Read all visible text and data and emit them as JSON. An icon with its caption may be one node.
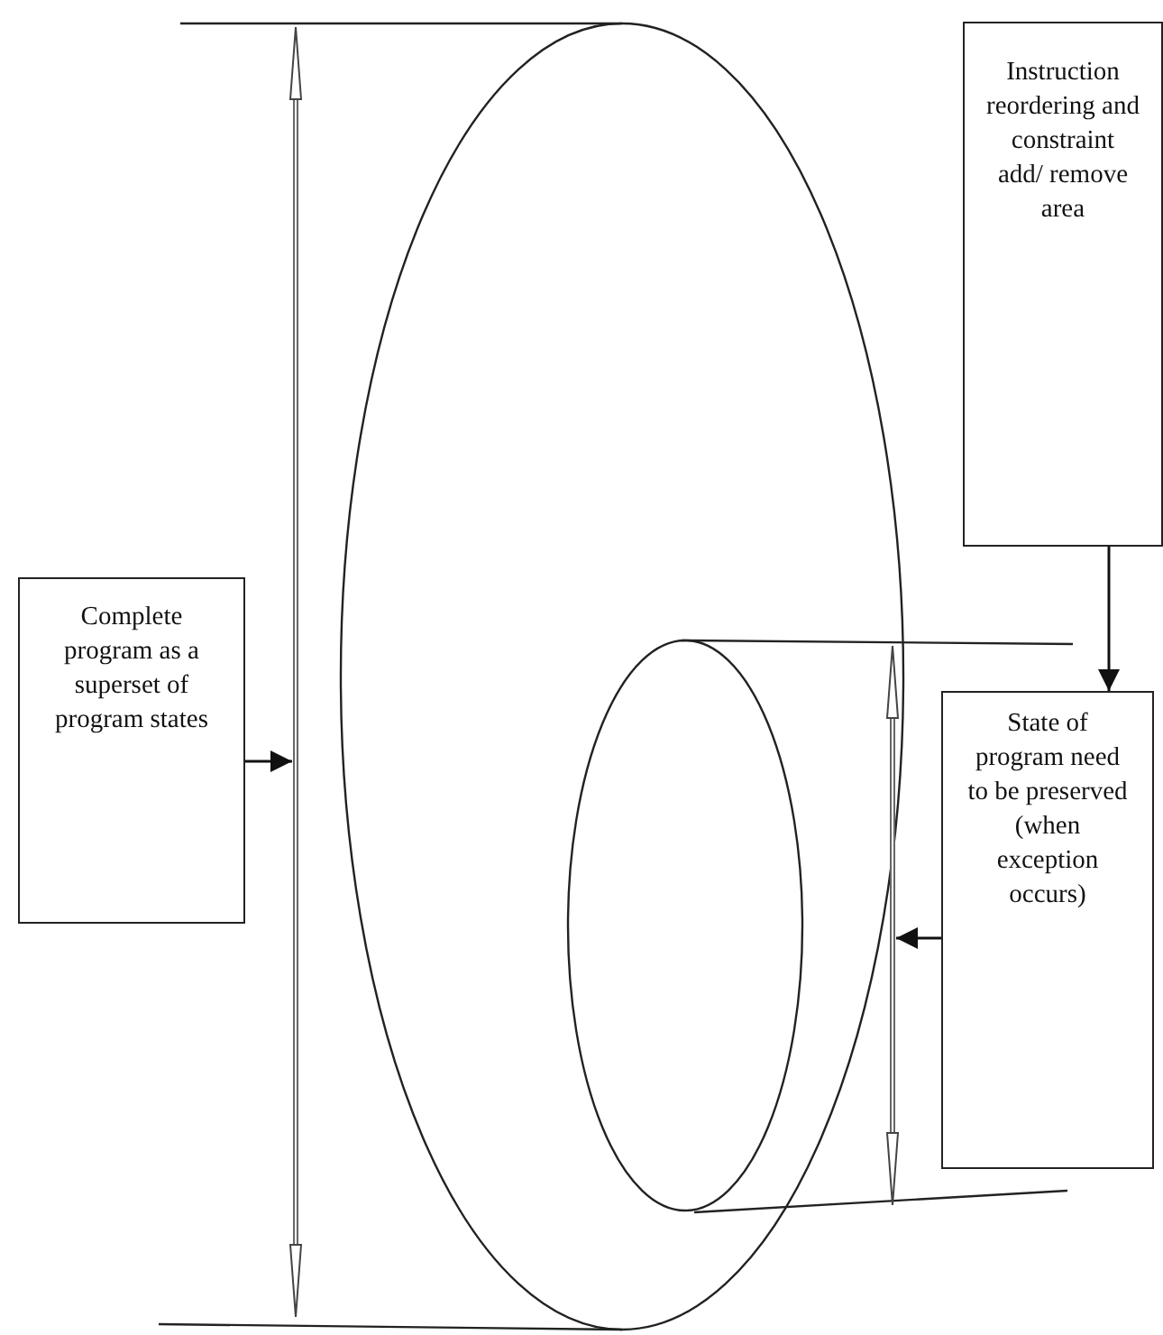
{
  "diagram": {
    "nodes": [
      {
        "text": [
          "Instruction reordering and constraint add/ remove area"
        ]
      },
      {
        "text": [
          "Complete program as a superset of program states"
        ]
      },
      {
        "text": [
          "State of program need to be preserved (when exception occurs)"
        ]
      }
    ],
    "edges": [
      {
        "from": 0,
        "to": 2,
        "arrow": "to"
      },
      {
        "from": 1,
        "to": null,
        "arrow": "to"
      },
      {
        "from": 2,
        "to": null,
        "arrow": "to"
      }
    ]
  }
}
